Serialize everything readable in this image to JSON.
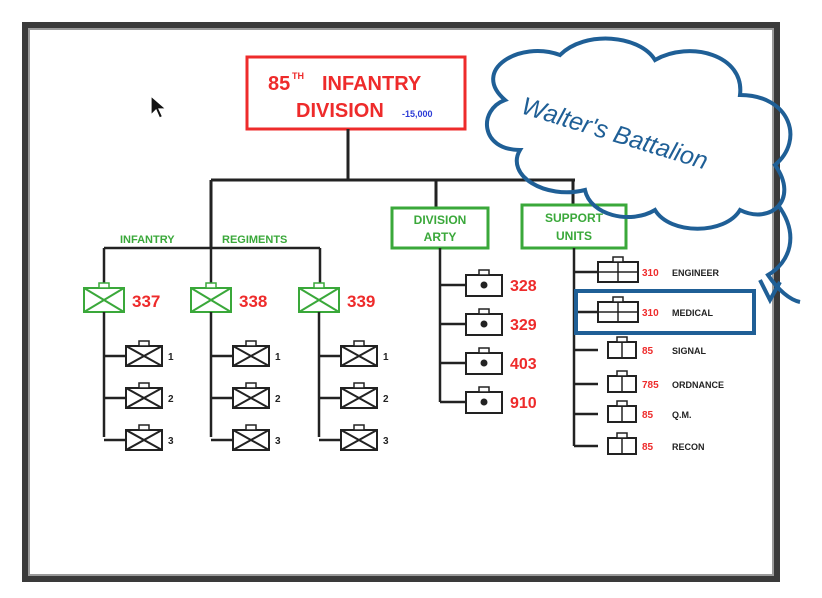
{
  "division": {
    "title_line1_number": "85",
    "title_line1_sup": "TH",
    "title_line1_rest": "INFANTRY",
    "title_line2": "DIVISION",
    "strength": "-15,000",
    "title_color": "#ee2b2b",
    "strength_color": "#2b3bd6"
  },
  "annotation": {
    "text": "Walter's Battalion",
    "color": "#1f5f96"
  },
  "infantry": {
    "label_left": "INFANTRY",
    "label_right": "REGIMENTS",
    "regiments": [
      {
        "number": "337",
        "battalions": [
          "1",
          "2",
          "3"
        ]
      },
      {
        "number": "338",
        "battalions": [
          "1",
          "2",
          "3"
        ]
      },
      {
        "number": "339",
        "battalions": [
          "1",
          "2",
          "3"
        ]
      }
    ]
  },
  "artillery": {
    "box_line1": "DIVISION",
    "box_line2": "ARTY",
    "units": [
      "328",
      "329",
      "403",
      "910"
    ]
  },
  "support": {
    "box_line1": "SUPPORT",
    "box_line2": "UNITS",
    "units": [
      {
        "number": "310",
        "name": "ENGINEER",
        "icon": "engineer-icon"
      },
      {
        "number": "310",
        "name": "MEDICAL",
        "icon": "medical-icon",
        "highlighted": true
      },
      {
        "number": "85",
        "name": "SIGNAL",
        "icon": "signal-icon"
      },
      {
        "number": "785",
        "name": "ORDNANCE",
        "icon": "ordnance-icon"
      },
      {
        "number": "85",
        "name": "Q.M.",
        "icon": "quartermaster-icon"
      },
      {
        "number": "85",
        "name": "RECON",
        "icon": "recon-icon"
      }
    ]
  },
  "colors": {
    "unit_number": "#ee2b2b",
    "green": "#3aa83a",
    "line": "#222222",
    "highlight": "#1f5f96"
  }
}
